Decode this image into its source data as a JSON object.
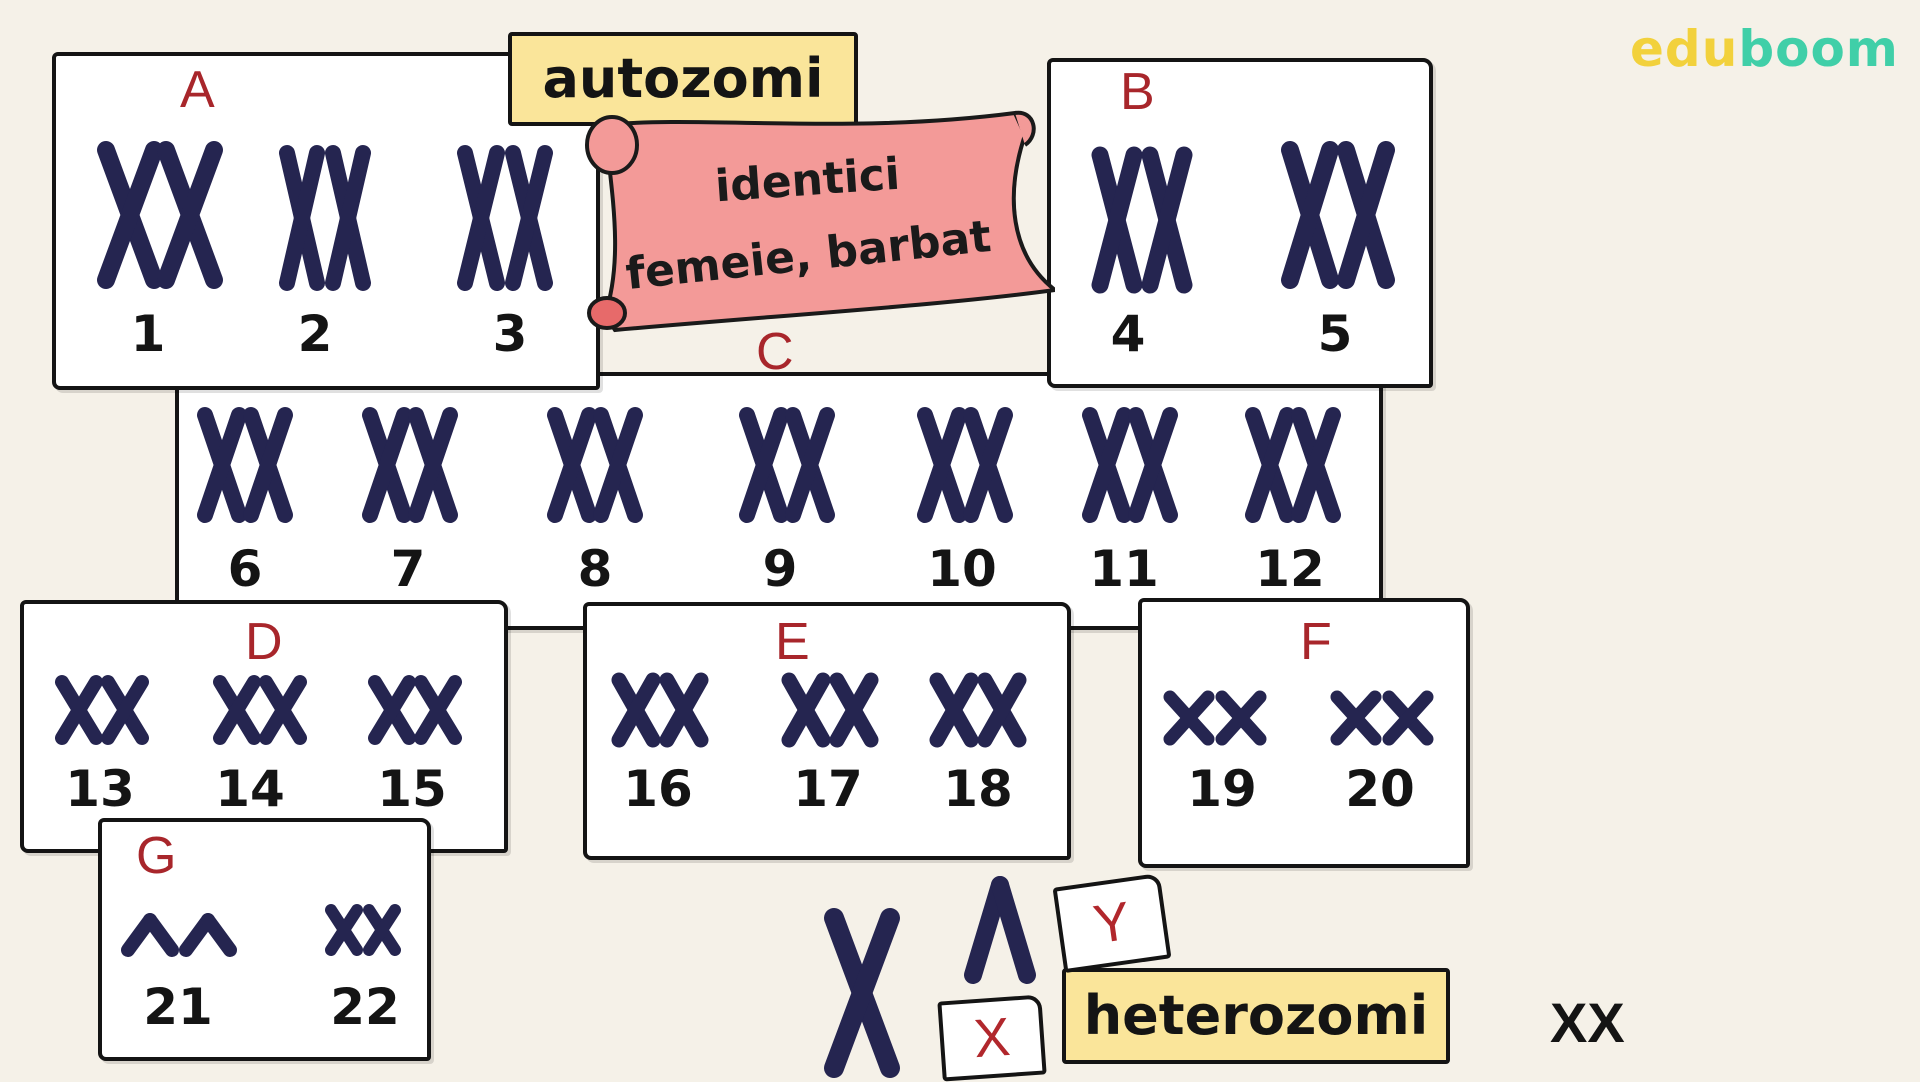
{
  "brand": {
    "part1": "edu",
    "part2": "boom"
  },
  "tags": {
    "autozomi": "autozomi",
    "heterozomi": "heterozomi",
    "scroll_line1": "identici",
    "scroll_line2": "femeie, barbat"
  },
  "groups": {
    "A": {
      "label": "A",
      "numbers": [
        "1",
        "2",
        "3"
      ]
    },
    "B": {
      "label": "B",
      "numbers": [
        "4",
        "5"
      ]
    },
    "C": {
      "label": "C",
      "numbers": [
        "6",
        "7",
        "8",
        "9",
        "10",
        "11",
        "12"
      ]
    },
    "D": {
      "label": "D",
      "numbers": [
        "13",
        "14",
        "15"
      ]
    },
    "E": {
      "label": "E",
      "numbers": [
        "16",
        "17",
        "18"
      ]
    },
    "F": {
      "label": "F",
      "numbers": [
        "19",
        "20"
      ]
    },
    "G": {
      "label": "G",
      "numbers": [
        "21",
        "22"
      ]
    }
  },
  "sex": {
    "y_label": "Y",
    "x_label": "X",
    "xx_label": "XX"
  },
  "colors": {
    "chromosome": "#252550",
    "group_label": "#a8262b",
    "tag_fill": "#fae59a",
    "scroll_fill": "#f39a98",
    "background": "#f5f1e8"
  }
}
